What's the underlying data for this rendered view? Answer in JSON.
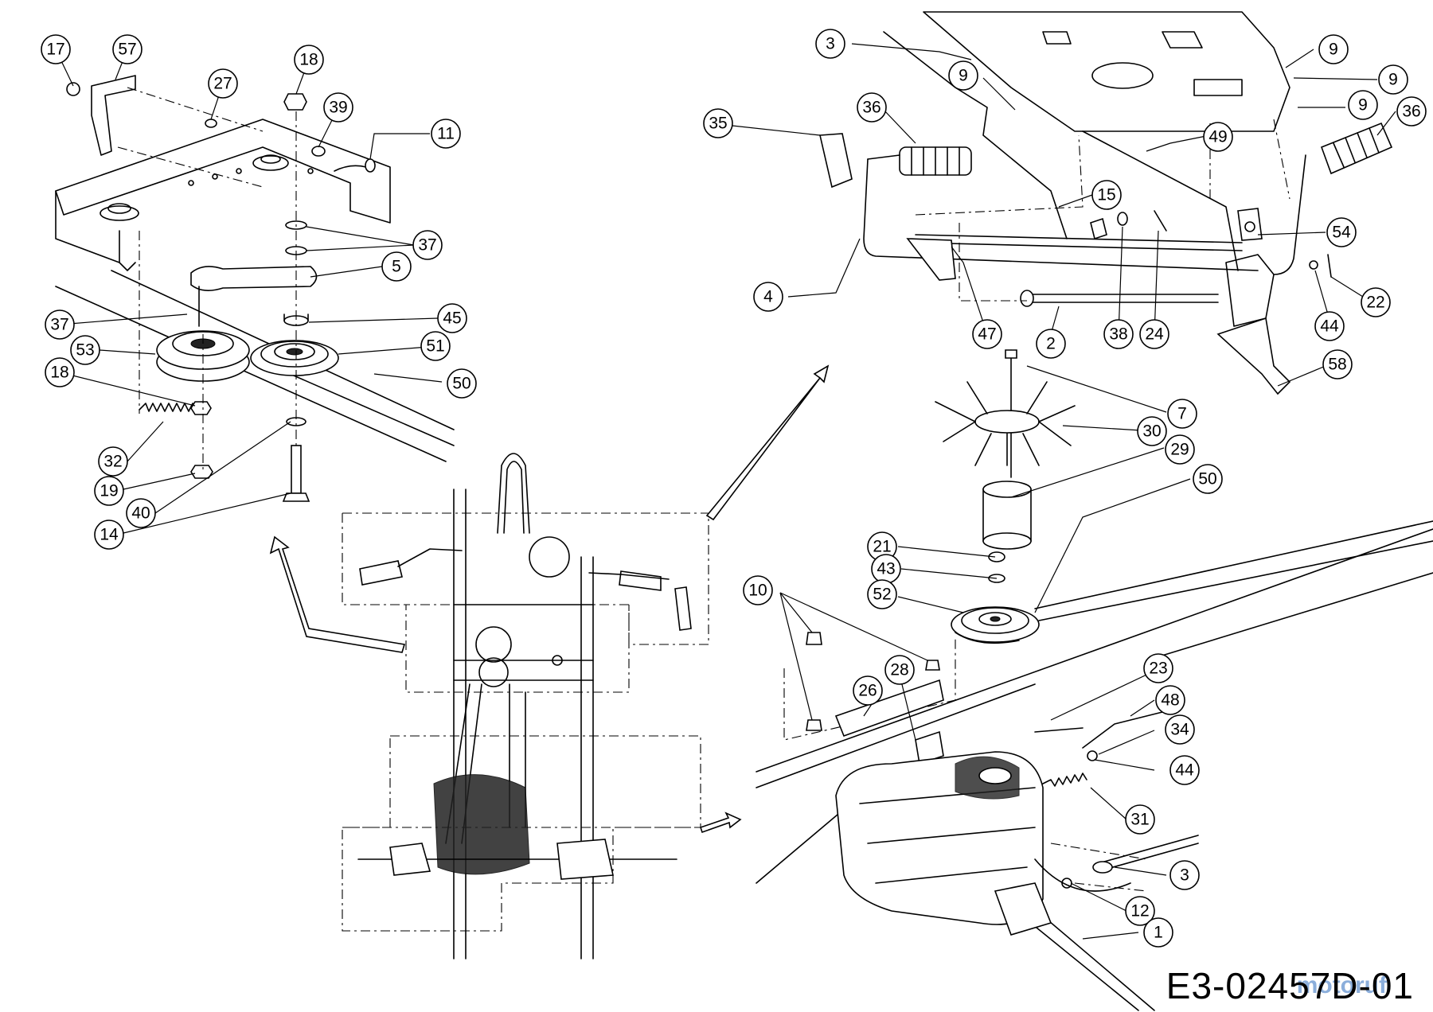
{
  "diagram_code": "E3-02457D-01",
  "watermark": "motoruf",
  "callouts": [
    {
      "id": "17",
      "label": "17"
    },
    {
      "id": "57",
      "label": "57"
    },
    {
      "id": "27",
      "label": "27"
    },
    {
      "id": "18a",
      "label": "18"
    },
    {
      "id": "39",
      "label": "39"
    },
    {
      "id": "11",
      "label": "11"
    },
    {
      "id": "37a",
      "label": "37"
    },
    {
      "id": "5",
      "label": "5"
    },
    {
      "id": "37b",
      "label": "37"
    },
    {
      "id": "45",
      "label": "45"
    },
    {
      "id": "53",
      "label": "53"
    },
    {
      "id": "51",
      "label": "51"
    },
    {
      "id": "18b",
      "label": "18"
    },
    {
      "id": "50a",
      "label": "50"
    },
    {
      "id": "32",
      "label": "32"
    },
    {
      "id": "19",
      "label": "19"
    },
    {
      "id": "40",
      "label": "40"
    },
    {
      "id": "14",
      "label": "14"
    },
    {
      "id": "3a",
      "label": "3"
    },
    {
      "id": "9a",
      "label": "9"
    },
    {
      "id": "9b",
      "label": "9"
    },
    {
      "id": "9c",
      "label": "9"
    },
    {
      "id": "9d",
      "label": "9"
    },
    {
      "id": "36a",
      "label": "36"
    },
    {
      "id": "35",
      "label": "35"
    },
    {
      "id": "36b",
      "label": "36"
    },
    {
      "id": "49",
      "label": "49"
    },
    {
      "id": "15",
      "label": "15"
    },
    {
      "id": "54",
      "label": "54"
    },
    {
      "id": "4",
      "label": "4"
    },
    {
      "id": "47",
      "label": "47"
    },
    {
      "id": "2",
      "label": "2"
    },
    {
      "id": "38",
      "label": "38"
    },
    {
      "id": "24",
      "label": "24"
    },
    {
      "id": "44a",
      "label": "44"
    },
    {
      "id": "22",
      "label": "22"
    },
    {
      "id": "58",
      "label": "58"
    },
    {
      "id": "7",
      "label": "7"
    },
    {
      "id": "30",
      "label": "30"
    },
    {
      "id": "29",
      "label": "29"
    },
    {
      "id": "50b",
      "label": "50"
    },
    {
      "id": "21",
      "label": "21"
    },
    {
      "id": "43",
      "label": "43"
    },
    {
      "id": "52",
      "label": "52"
    },
    {
      "id": "10",
      "label": "10"
    },
    {
      "id": "28",
      "label": "28"
    },
    {
      "id": "26",
      "label": "26"
    },
    {
      "id": "23",
      "label": "23"
    },
    {
      "id": "48",
      "label": "48"
    },
    {
      "id": "34",
      "label": "34"
    },
    {
      "id": "44b",
      "label": "44"
    },
    {
      "id": "31",
      "label": "31"
    },
    {
      "id": "3b",
      "label": "3"
    },
    {
      "id": "12",
      "label": "12"
    },
    {
      "id": "1",
      "label": "1"
    }
  ]
}
